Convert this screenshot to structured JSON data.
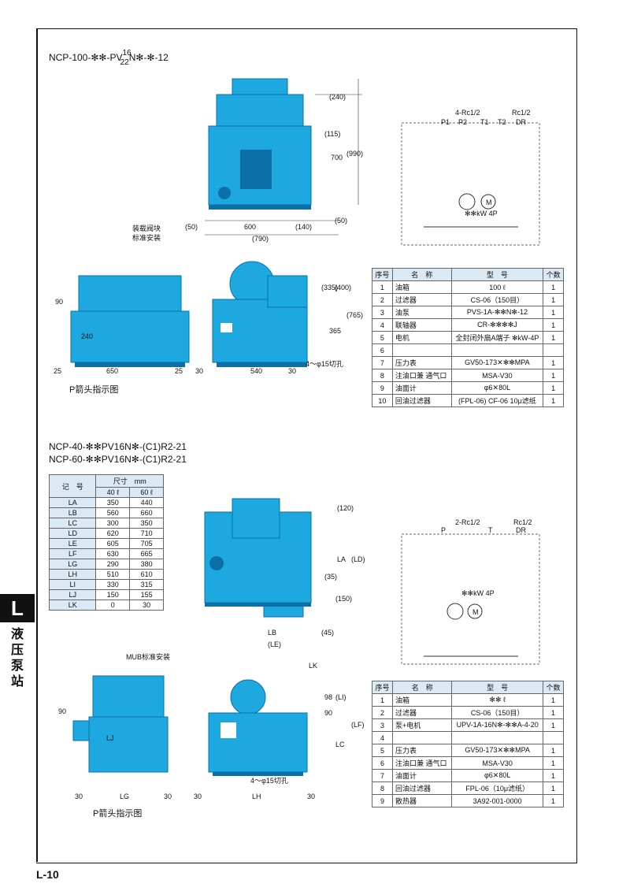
{
  "page": {
    "tab_letter": "L",
    "side_text": "液压泵站",
    "page_number": "L-10"
  },
  "section1": {
    "model_prefix": "NCP-100-✻✻-PV",
    "model_sup": "16",
    "model_sub": "22",
    "model_suffix": "N✻-✻-12",
    "caption": "P箭头指示图",
    "valve_note_line1": "装载阀块",
    "valve_note_line2": "标准安装",
    "dims": [
      "(240)",
      "(115)",
      "700",
      "(990)",
      "(50)",
      "600",
      "(140)",
      "(50)",
      "(790)",
      "90",
      "240",
      "25",
      "650",
      "25",
      "30",
      "540",
      "30",
      "(335)",
      "(400)",
      "(765)",
      "365",
      "4～φ15切孔"
    ],
    "table": {
      "headers": [
        "序号",
        "名　称",
        "型　号",
        "个数"
      ],
      "rows": [
        [
          "1",
          "油箱",
          "100 ℓ",
          "1"
        ],
        [
          "2",
          "过滤器",
          "CS-06（150目）",
          "1"
        ],
        [
          "3",
          "油泵",
          "PVS-1A-✻✻N✻-12",
          "1"
        ],
        [
          "4",
          "联轴器",
          "CR-✻✻✻✻J",
          "1"
        ],
        [
          "5",
          "电机",
          "全封闭外扇A端子 ✻kW-4P",
          "1"
        ],
        [
          "6",
          "",
          "",
          ""
        ],
        [
          "7",
          "压力表",
          "GV50-173✕✻✻MPA",
          "1"
        ],
        [
          "8",
          "注油口兼 通气口",
          "MSA-V30",
          "1"
        ],
        [
          "9",
          "油面计",
          "φ6✕80L",
          "1"
        ],
        [
          "10",
          "回油过滤器",
          "(FPL-06) CF-06 10μ滤纸",
          "1"
        ]
      ]
    }
  },
  "section2": {
    "model_line1": "NCP-40-✻✻PV16N✻-(C1)R2-21",
    "model_line2": "NCP-60-✻✻PV16N✻-(C1)R2-21",
    "caption": "P箭头指示图",
    "mub_note": "MUB标准安装",
    "dims": [
      "(120)",
      "LA",
      "(LD)",
      "(35)",
      "(150)",
      "LB",
      "(45)",
      "(LE)",
      "LK",
      "98",
      "(LI)",
      "90",
      "LC",
      "(LF)",
      "LJ",
      "90",
      "30",
      "LG",
      "30",
      "30",
      "LH",
      "30",
      "4～φ15切孔"
    ],
    "dim_table": {
      "header_code": "记　号",
      "header_size": "尺寸　mm",
      "header_40": "40 ℓ",
      "header_60": "60 ℓ",
      "rows": [
        [
          "LA",
          "350",
          "440"
        ],
        [
          "LB",
          "560",
          "660"
        ],
        [
          "LC",
          "300",
          "350"
        ],
        [
          "LD",
          "620",
          "710"
        ],
        [
          "LE",
          "605",
          "705"
        ],
        [
          "LF",
          "630",
          "665"
        ],
        [
          "LG",
          "290",
          "380"
        ],
        [
          "LH",
          "510",
          "610"
        ],
        [
          "LI",
          "330",
          "315"
        ],
        [
          "LJ",
          "150",
          "155"
        ],
        [
          "LK",
          "0",
          "30"
        ]
      ]
    },
    "table": {
      "headers": [
        "序号",
        "名　称",
        "型　号",
        "个数"
      ],
      "rows": [
        [
          "1",
          "油箱",
          "✻✻ ℓ",
          "1"
        ],
        [
          "2",
          "过滤器",
          "CS-06（150目）",
          "1"
        ],
        [
          "3",
          "泵+电机",
          "UPV-1A-16N✻-✻✻A-4-20",
          "1"
        ],
        [
          "4",
          "",
          "",
          ""
        ],
        [
          "5",
          "压力表",
          "GV50-173✕✻✻MPA",
          "1"
        ],
        [
          "6",
          "注油口兼 通气口",
          "MSA-V30",
          "1"
        ],
        [
          "7",
          "油面计",
          "φ6✕80L",
          "1"
        ],
        [
          "8",
          "回油过滤器",
          "FPL-06（10μ滤纸）",
          "1"
        ],
        [
          "9",
          "散热器",
          "3A92-001-0000",
          "1"
        ]
      ]
    }
  },
  "schematic1": {
    "ports_label": "4-Rc1/2",
    "drain_label": "Rc1/2",
    "ports": [
      "P1",
      "P2",
      "T1",
      "T2",
      "DR"
    ],
    "motor": "M",
    "kw": "✻✻kW 4P"
  },
  "schematic2": {
    "ports_label": "2-Rc1/2",
    "drain_label": "Rc1/2",
    "ports": [
      "P",
      "T",
      "DR"
    ],
    "motor": "M",
    "kw": "✻✻kW 4P"
  },
  "colors": {
    "unit_blue": "#1ea8e0",
    "unit_dark": "#0b6fa8",
    "table_header": "#dbe9f4"
  }
}
